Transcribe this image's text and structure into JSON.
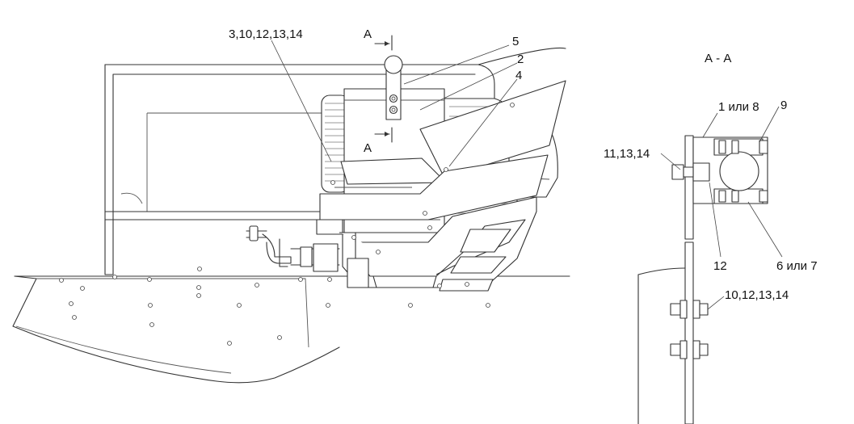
{
  "view_title": "А - А",
  "section_marks": {
    "top": "А",
    "bottom": "А"
  },
  "callouts": {
    "c_3_10_12_13_14": "3,10,12,13,14",
    "c_5": "5",
    "c_2": "2",
    "c_4": "4",
    "c_1_or_8": "1 или 8",
    "c_9": "9",
    "c_11_13_14": "11,13,14",
    "c_12": "12",
    "c_6_or_7": "6 или 7",
    "c_10_12_13_14": "10,12,13,14"
  }
}
